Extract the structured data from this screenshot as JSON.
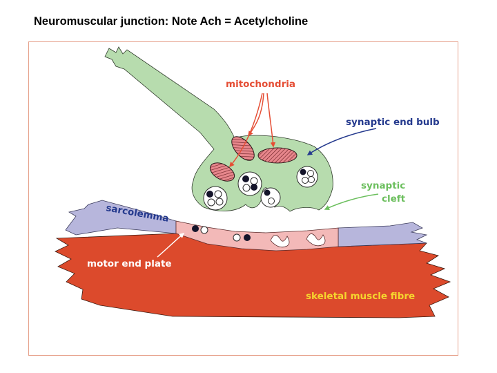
{
  "title": "Neuromuscular junction: Note Ach = Acetylcholine",
  "labels": {
    "mitochondria": "mitochondria",
    "synaptic_end_bulb": "synaptic end bulb",
    "synaptic_cleft_line1": "synaptic",
    "synaptic_cleft_line2": "cleft",
    "sarcolemma": "sarcolemma",
    "motor_end_plate": "motor end plate",
    "skeletal_muscle_fibre": "skeletal muscle fibre"
  },
  "colors": {
    "frame_border": "#e6a08a",
    "nerve_fill": "#b7dcae",
    "muscle_fill": "#dc4a2c",
    "sarcolemma_fill": "#b7b6dc",
    "end_plate_fill": "#f3b9b8",
    "mitochondria_fill": "#e7878c",
    "label_red": "#e54e35",
    "label_blue": "#253a8e",
    "label_green": "#6cbf5e",
    "label_yellow": "#f5d52e",
    "label_white": "#ffffff"
  }
}
